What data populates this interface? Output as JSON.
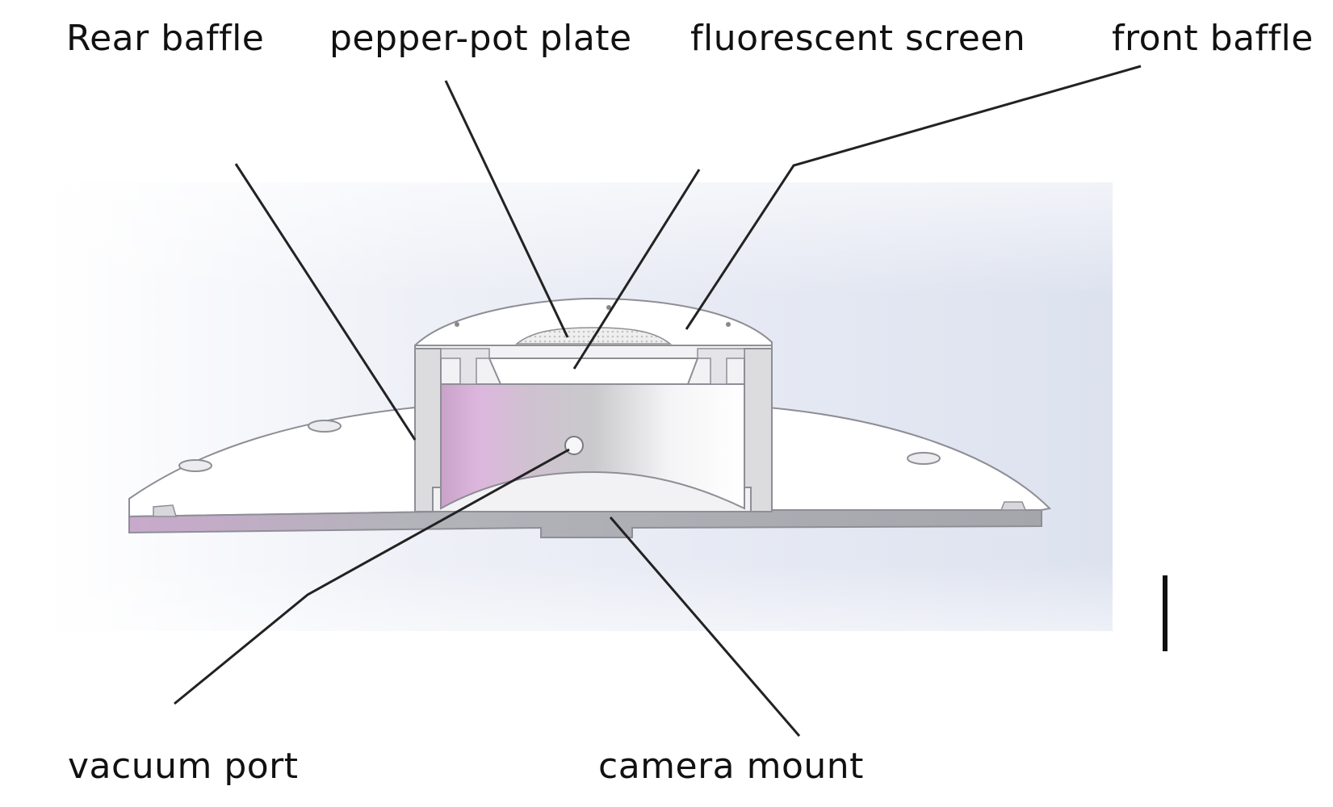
{
  "labels": {
    "rear_baffle": "Rear baffle",
    "pepper_pot_plate": "pepper-pot plate",
    "fluorescent_screen": "fluorescent screen",
    "front_baffle": "front baffle",
    "vacuum_port": "vacuum port",
    "camera_mount": "camera mount"
  },
  "colors": {
    "background_panel": "#e7eaf4",
    "part_face": "#ffffff",
    "part_edge": "#a7a7ae",
    "cylinder_pink": "#d4b4d8",
    "leader_line": "#222222"
  }
}
